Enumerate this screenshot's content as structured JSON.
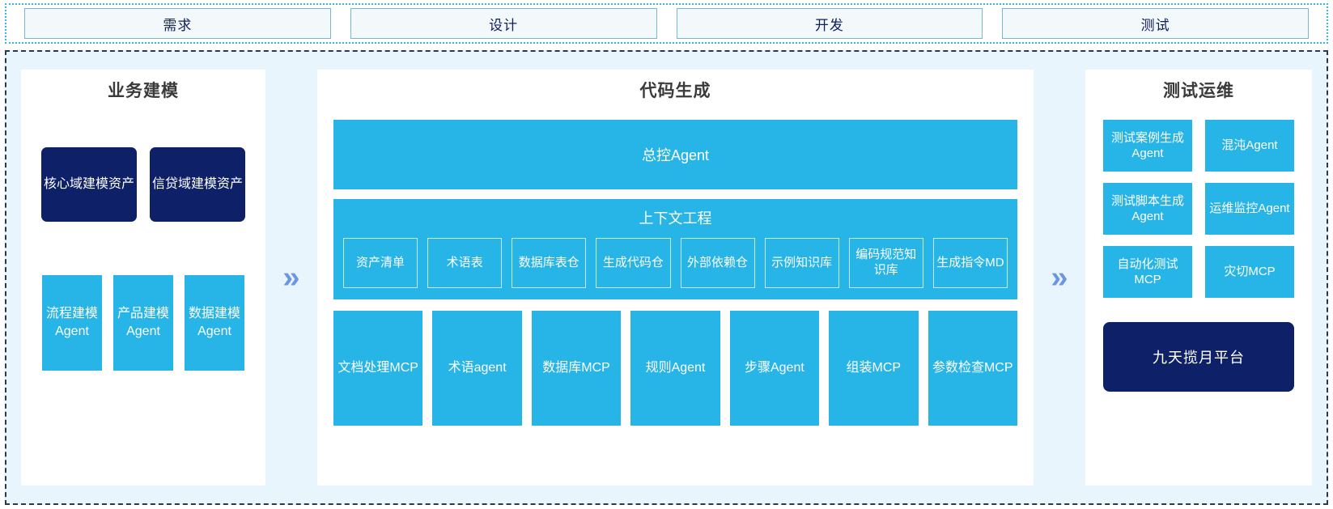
{
  "phases": {
    "items": [
      {
        "label": "需求"
      },
      {
        "label": "设计"
      },
      {
        "label": "开发"
      },
      {
        "label": "测试"
      }
    ]
  },
  "arrows": {
    "glyph": "»",
    "color": "#6d95e6"
  },
  "colors": {
    "cyan": "#27b4e6",
    "navy": "#0e2168",
    "panel_bg": "#e9f5fd",
    "phase_fill": "#f3f8fb",
    "phase_border": "#76b9cf",
    "dashed_border": "#2b3a4a"
  },
  "left_panel": {
    "title": "业务建模",
    "assets": [
      {
        "label": "核心域建模资产"
      },
      {
        "label": "信贷域建模资产"
      }
    ],
    "agents": [
      {
        "label": "流程建模Agent"
      },
      {
        "label": "产品建模Agent"
      },
      {
        "label": "数据建模Agent"
      }
    ]
  },
  "center_panel": {
    "title": "代码生成",
    "master_agent": "总控Agent",
    "context": {
      "title": "上下文工程",
      "items": [
        {
          "label": "资产清单"
        },
        {
          "label": "术语表"
        },
        {
          "label": "数据库表仓"
        },
        {
          "label": "生成代码仓"
        },
        {
          "label": "外部依赖仓"
        },
        {
          "label": "示例知识库"
        },
        {
          "label": "编码规范知识库"
        },
        {
          "label": "生成指令MD"
        }
      ]
    },
    "tools": [
      {
        "label": "文档处理MCP"
      },
      {
        "label": "术语agent"
      },
      {
        "label": "数据库MCP"
      },
      {
        "label": "规则Agent"
      },
      {
        "label": "步骤Agent"
      },
      {
        "label": "组装MCP"
      },
      {
        "label": "参数检查MCP"
      }
    ]
  },
  "right_panel": {
    "title": "测试运维",
    "boxes": [
      {
        "label": "测试案例生成Agent"
      },
      {
        "label": "混沌Agent"
      },
      {
        "label": "测试脚本生成Agent"
      },
      {
        "label": "运维监控Agent"
      },
      {
        "label": "自动化测试MCP"
      },
      {
        "label": "灾切MCP"
      }
    ],
    "platform": "九天揽月平台"
  }
}
